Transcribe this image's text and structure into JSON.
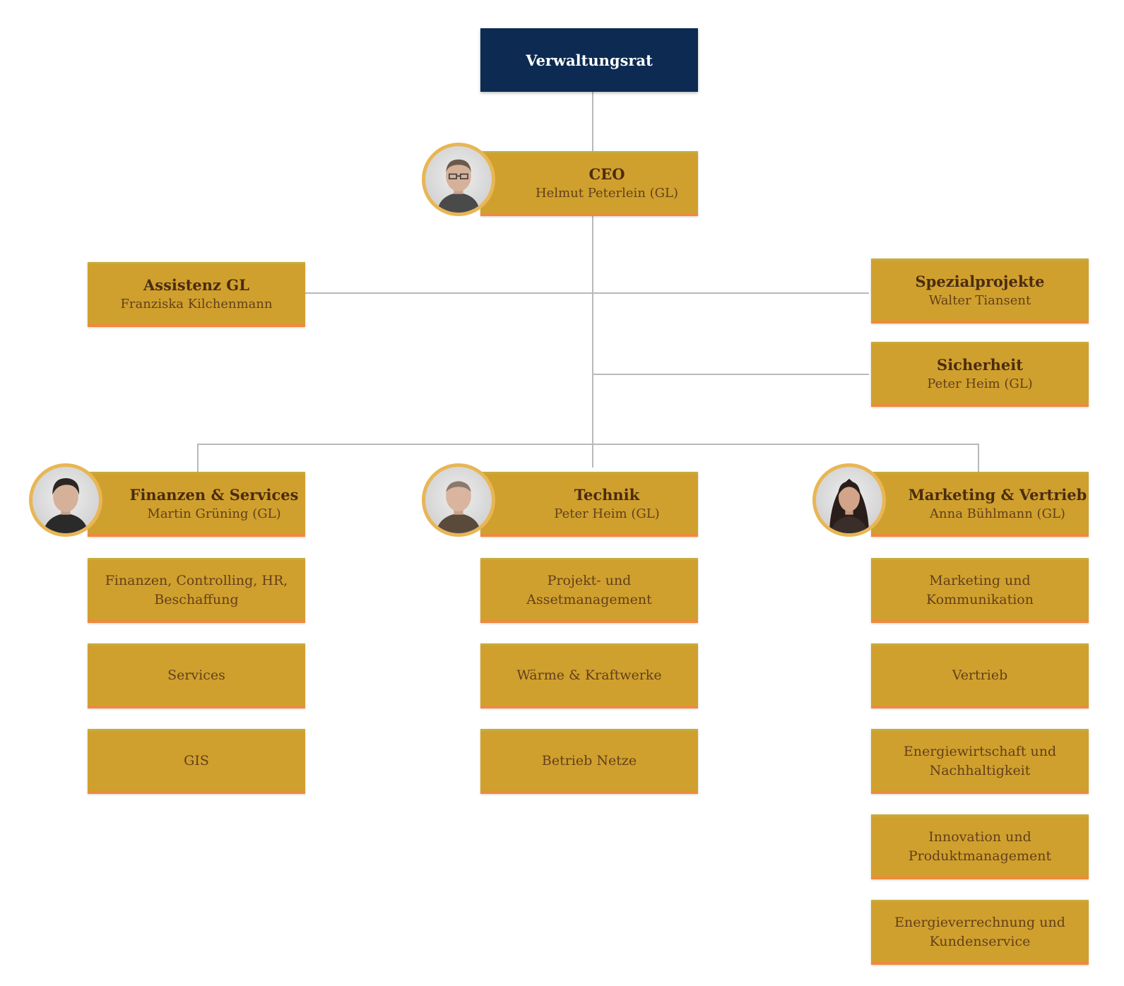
{
  "board": {
    "label": "Verwaltungsrat"
  },
  "ceo": {
    "title": "CEO",
    "name": "Helmut Peterlein (GL)"
  },
  "staff": {
    "assistant": {
      "title": "Assistenz GL",
      "name": "Franziska Kilchenmann"
    },
    "special": {
      "title": "Spezialprojekte",
      "name": "Walter Tiansent"
    },
    "security": {
      "title": "Sicherheit",
      "name": "Peter Heim (GL)"
    }
  },
  "divisions": [
    {
      "title": "Finanzen & Services",
      "name": "Martin Grüning (GL)",
      "units": [
        "Finanzen, Controlling, HR, Beschaffung",
        "Services",
        "GIS"
      ]
    },
    {
      "title": "Technik",
      "name": "Peter Heim (GL)",
      "units": [
        "Projekt- und Assetmanagement",
        "Wärme & Kraftwerke",
        "Betrieb Netze"
      ]
    },
    {
      "title": "Marketing & Vertrieb",
      "name": "Anna Bühlmann (GL)",
      "units": [
        "Marketing und Kommunikation",
        "Vertrieb",
        "Energiewirtschaft und Nachhaltigkeit",
        "Innovation und Produktmanagement",
        "Energieverrechnung und Kundenservice"
      ]
    }
  ],
  "icons": {
    "ceo_photo": "person-portrait-icon",
    "division_photos": [
      "person-portrait-icon",
      "person-portrait-icon",
      "person-portrait-icon"
    ]
  },
  "colors": {
    "board": "#0c2a52",
    "box_fill": "#d0a02e",
    "box_border_bottom": "#ee8a3c",
    "connector": "#b9b9b9"
  }
}
